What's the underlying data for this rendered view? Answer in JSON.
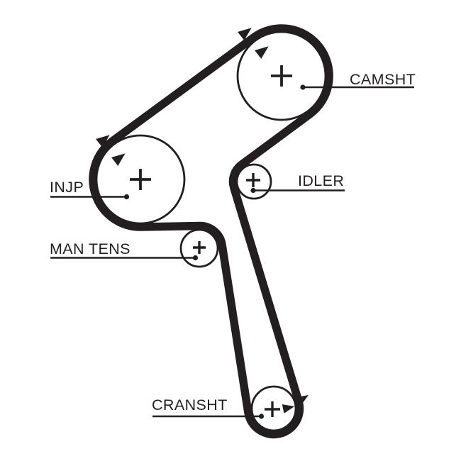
{
  "diagram": {
    "kind": "timing-belt-routing-diagram",
    "component_count": 5
  },
  "colors": {
    "ink": "#231f20",
    "paper": "#ffffff"
  },
  "pulleys": {
    "camsht": {
      "label": "CAMSHT",
      "center_mark": "cross-icon",
      "contact": "belt-front"
    },
    "injp": {
      "label": "INJP",
      "center_mark": "cross-icon",
      "contact": "belt-front"
    },
    "idler": {
      "label": "IDLER",
      "center_mark": "cross-icon",
      "contact": "belt-back"
    },
    "man_tens": {
      "label": "MAN TENS",
      "center_mark": "cross-icon",
      "contact": "belt-back"
    },
    "cransht": {
      "label": "CRANSHT",
      "center_mark": "cross-icon",
      "contact": "belt-front"
    }
  },
  "direction_arrows": [
    {
      "location": "belt-approaching-camshaft",
      "glyph": "solid-triangle",
      "count": 2
    },
    {
      "location": "belt-approaching-inj-pump",
      "glyph": "solid-triangle",
      "count": 2
    },
    {
      "location": "belt-at-crankshaft-right",
      "glyph": "solid-triangle",
      "count": 2
    }
  ]
}
